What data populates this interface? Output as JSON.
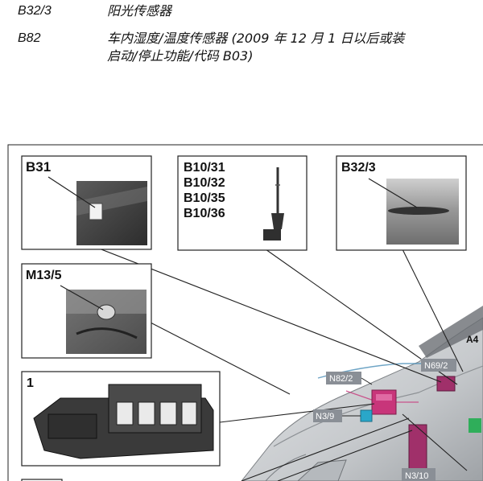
{
  "legend": [
    {
      "code": "B32/3",
      "text": "阳光传感器",
      "text2": ""
    },
    {
      "code": "B82",
      "text": "车内湿度/温度传感器 (2009 年 12 月 1 日以后或装",
      "text2": "启动/停止功能/代码 B03)"
    }
  ],
  "callouts": {
    "b31": "B31",
    "b10": [
      "B10/31",
      "B10/32",
      "B10/35",
      "B10/36"
    ],
    "b32_3": "B32/3",
    "m13_5": "M13/5",
    "one": "1"
  },
  "tags": {
    "n69_2": "N69/2",
    "n82_2": "N82/2",
    "n3_9": "N3/9",
    "n3_10": "N3/10",
    "a4": "A4"
  },
  "colors": {
    "tag_bg": "#8a8f96",
    "module_pink": "#c8357a",
    "module_magenta": "#a0306a",
    "connector_blue": "#2aa7c9",
    "line": "#222222"
  }
}
